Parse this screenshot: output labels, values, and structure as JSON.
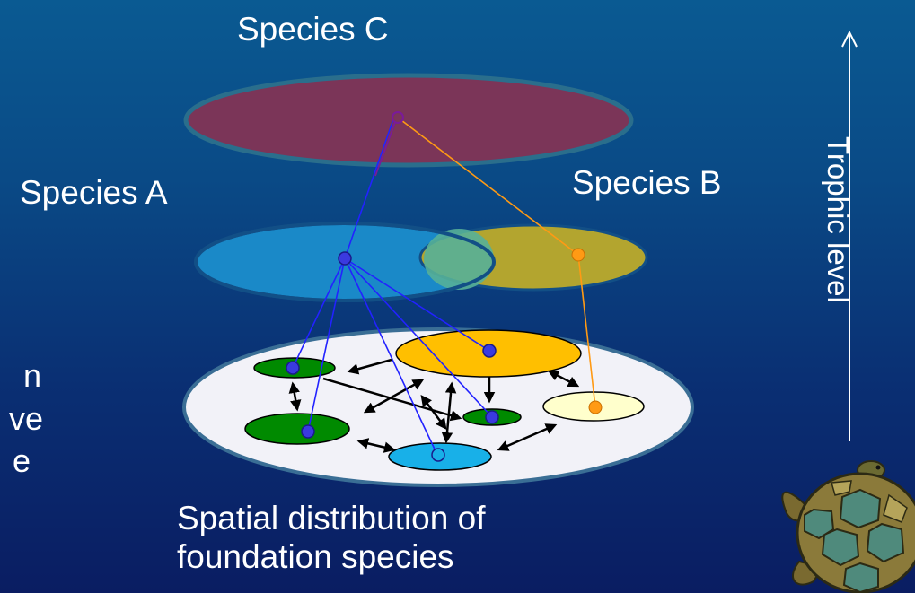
{
  "labels": {
    "species_c": "Species C",
    "species_a": "Species A",
    "species_b": "Species B",
    "caption_line1": "Spatial distribution of",
    "caption_line2": "foundation species",
    "trophic_level": "Trophic level",
    "left_fragments": [
      "n",
      "ve",
      "e"
    ]
  },
  "colors": {
    "species_c": "#7b3558",
    "species_a": "#1a89c8",
    "species_b": "#b3a52f",
    "foundation_disk": "#f2f2f8",
    "patch_orange": "#ffbf00",
    "patch_green": "#008a00",
    "patch_cyan": "#18b0e8",
    "patch_cream": "#ffffcc",
    "link_blue": "#2222ff",
    "link_orange": "#ff9a14",
    "link_purple": "#7a1a9a"
  },
  "icons": [
    "up-arrow-icon",
    "sea-turtle-icon"
  ]
}
